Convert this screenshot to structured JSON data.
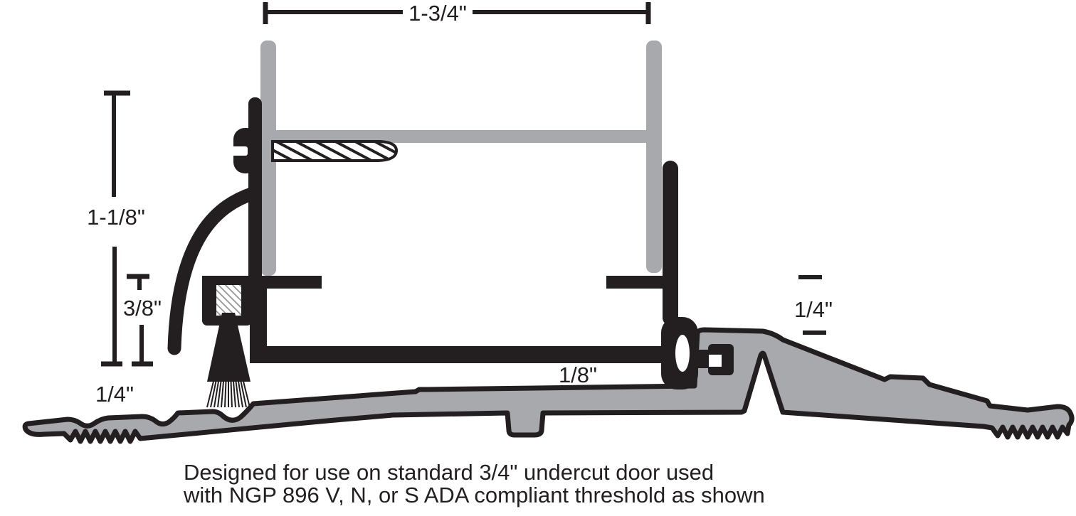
{
  "diagram": {
    "title_semantic": "door sweep cross-section drawing",
    "dimensions": {
      "top_width": "1-3/4\"",
      "overall_height": "1-1/8\"",
      "lower_section_height": "3/8\"",
      "bottom_left_height": "1/4\"",
      "undercut_gap": "1/8\"",
      "threshold_rise": "1/4\""
    },
    "caption": {
      "line1": "Designed for use on standard 3/4\" undercut door used",
      "line2": "with NGP 896 V, N, or S ADA compliant threshold as shown"
    },
    "colors": {
      "line_black": "#231f20",
      "metal_gray": "#a7a9ac",
      "hatch_gray": "#8a8a8a",
      "background": "#ffffff"
    }
  }
}
